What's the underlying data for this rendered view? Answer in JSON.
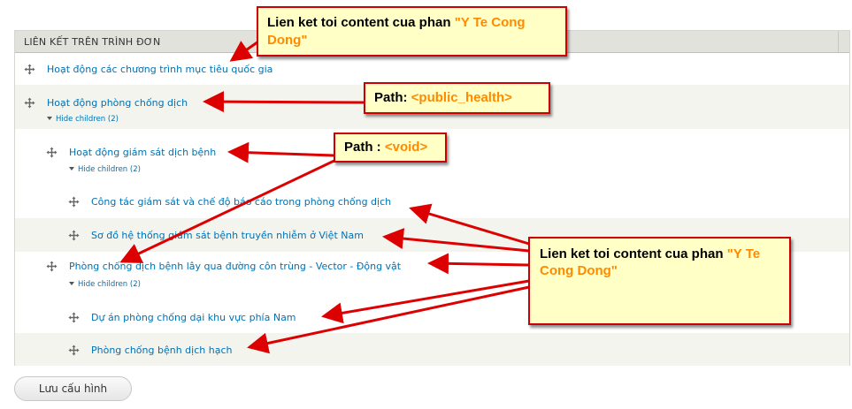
{
  "table": {
    "header": "LIÊN KẾT TRÊN TRÌNH ĐƠN",
    "rows": [
      {
        "label": "Hoạt động các chương trình mục tiêu quốc gia"
      },
      {
        "label": "Hoạt động phòng chống dịch",
        "toggle": "Hide children (2)"
      },
      {
        "label": "Hoạt động giám sát dịch bệnh",
        "toggle": "Hide children (2)"
      },
      {
        "label": "Công tác giám sát và chế độ báo cáo trong phòng chống dịch"
      },
      {
        "label": "Sơ đồ hệ thống giám sát bệnh truyền nhiễm ở Việt Nam"
      },
      {
        "label": "Phòng chống dịch bệnh lây qua đường côn trùng - Vector - Động vật",
        "toggle": "Hide children (2)"
      },
      {
        "label": "Dự án phòng chống dại khu vực phía Nam"
      },
      {
        "label": "Phòng chống bệnh dịch hạch"
      }
    ]
  },
  "save_button": "Lưu cấu hình",
  "callouts": {
    "top": {
      "text": "Lien ket toi content cua phan ",
      "highlight": "\"Y Te Cong Dong\""
    },
    "path_public": {
      "text": "Path: ",
      "highlight": "<public_health>"
    },
    "path_void": {
      "text": "Path : ",
      "highlight": "<void>"
    },
    "bottom": {
      "text": "Lien ket toi content cua phan ",
      "highlight": "\"Y Te Cong Dong\""
    }
  },
  "colors": {
    "link": "#0071b3",
    "callout_bg": "#ffffc6",
    "callout_border": "#cc0000",
    "highlight": "#ff8a00",
    "arrow": "#dd0000"
  }
}
